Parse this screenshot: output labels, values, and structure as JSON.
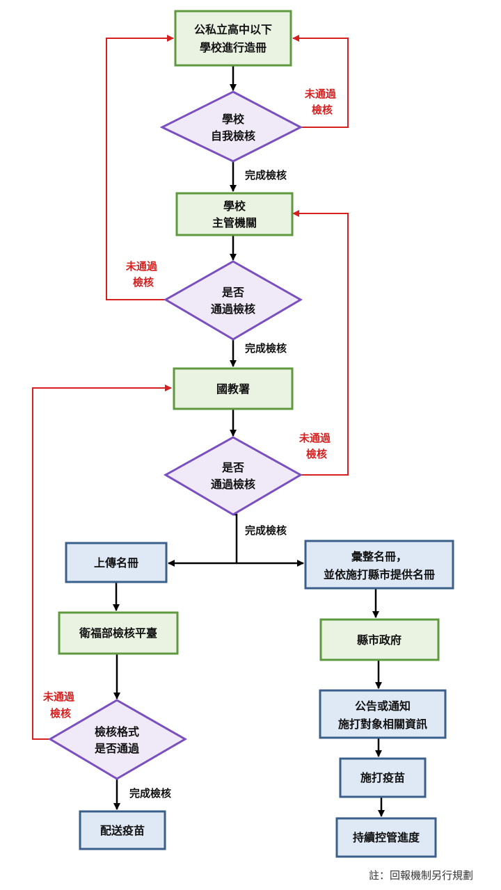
{
  "colors": {
    "green_fill": "#EAF3E2",
    "green_stroke": "#5E9A3D",
    "blue_fill": "#DEE9F5",
    "blue_stroke": "#3A5F8B",
    "diamond_fill": "#F0EAF8",
    "diamond_stroke": "#7A4FBF",
    "arrow_black": "#000000",
    "arrow_red": "#D62020"
  },
  "nodes": {
    "school_register": [
      "公私立高中以下",
      "學校進行造冊"
    ],
    "school_self_check": [
      "學校",
      "自我檢核"
    ],
    "school_authority": [
      "學校",
      "主管機關"
    ],
    "authority_pass": [
      "是否",
      "通過檢核"
    ],
    "k12_admin": [
      "國教署"
    ],
    "k12_pass": [
      "是否",
      "通過檢核"
    ],
    "upload_list": [
      "上傳名冊"
    ],
    "compile_list": [
      "彙整名冊，",
      "並依施打縣市提供名冊"
    ],
    "mohw_platform": [
      "衛福部檢核平臺"
    ],
    "county_gov": [
      "縣市政府"
    ],
    "format_check": [
      "檢核格式",
      "是否通過"
    ],
    "announce": [
      "公告或通知",
      "施打對象相關資訊"
    ],
    "vaccinate": [
      "施打疫苗"
    ],
    "deliver_vaccine": [
      "配送疫苗"
    ],
    "track_progress": [
      "持續控管進度"
    ]
  },
  "edge_labels": {
    "done": "完成檢核",
    "fail": [
      "未通過",
      "檢核"
    ]
  },
  "note": "註：回報機制另行規劃"
}
